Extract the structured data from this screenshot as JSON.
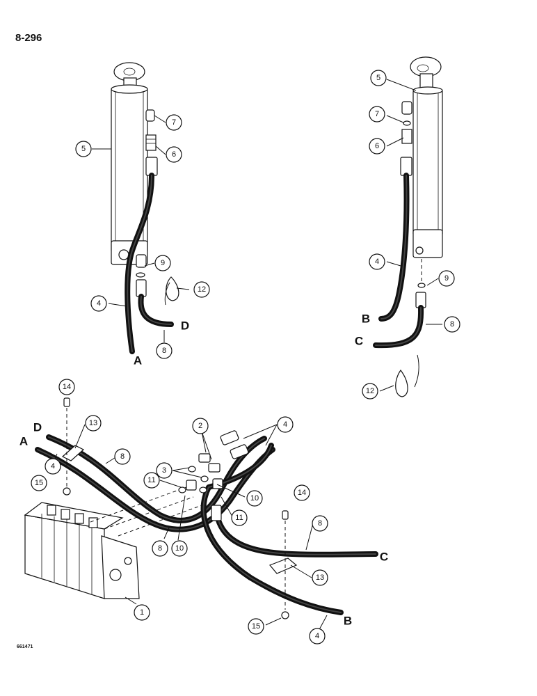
{
  "page": {
    "number": "8-296",
    "figure_code": "661471"
  },
  "callout_numbers": {
    "c1": "1",
    "c2": "2",
    "c3": "3",
    "c4": "4",
    "c5": "5",
    "c6": "6",
    "c7": "7",
    "c8": "8",
    "c9": "9",
    "c10": "10",
    "c11": "11",
    "c12": "12",
    "c13": "13",
    "c14": "14",
    "c15": "15"
  },
  "hose_letters": {
    "A": "A",
    "B": "B",
    "C": "C",
    "D": "D"
  }
}
